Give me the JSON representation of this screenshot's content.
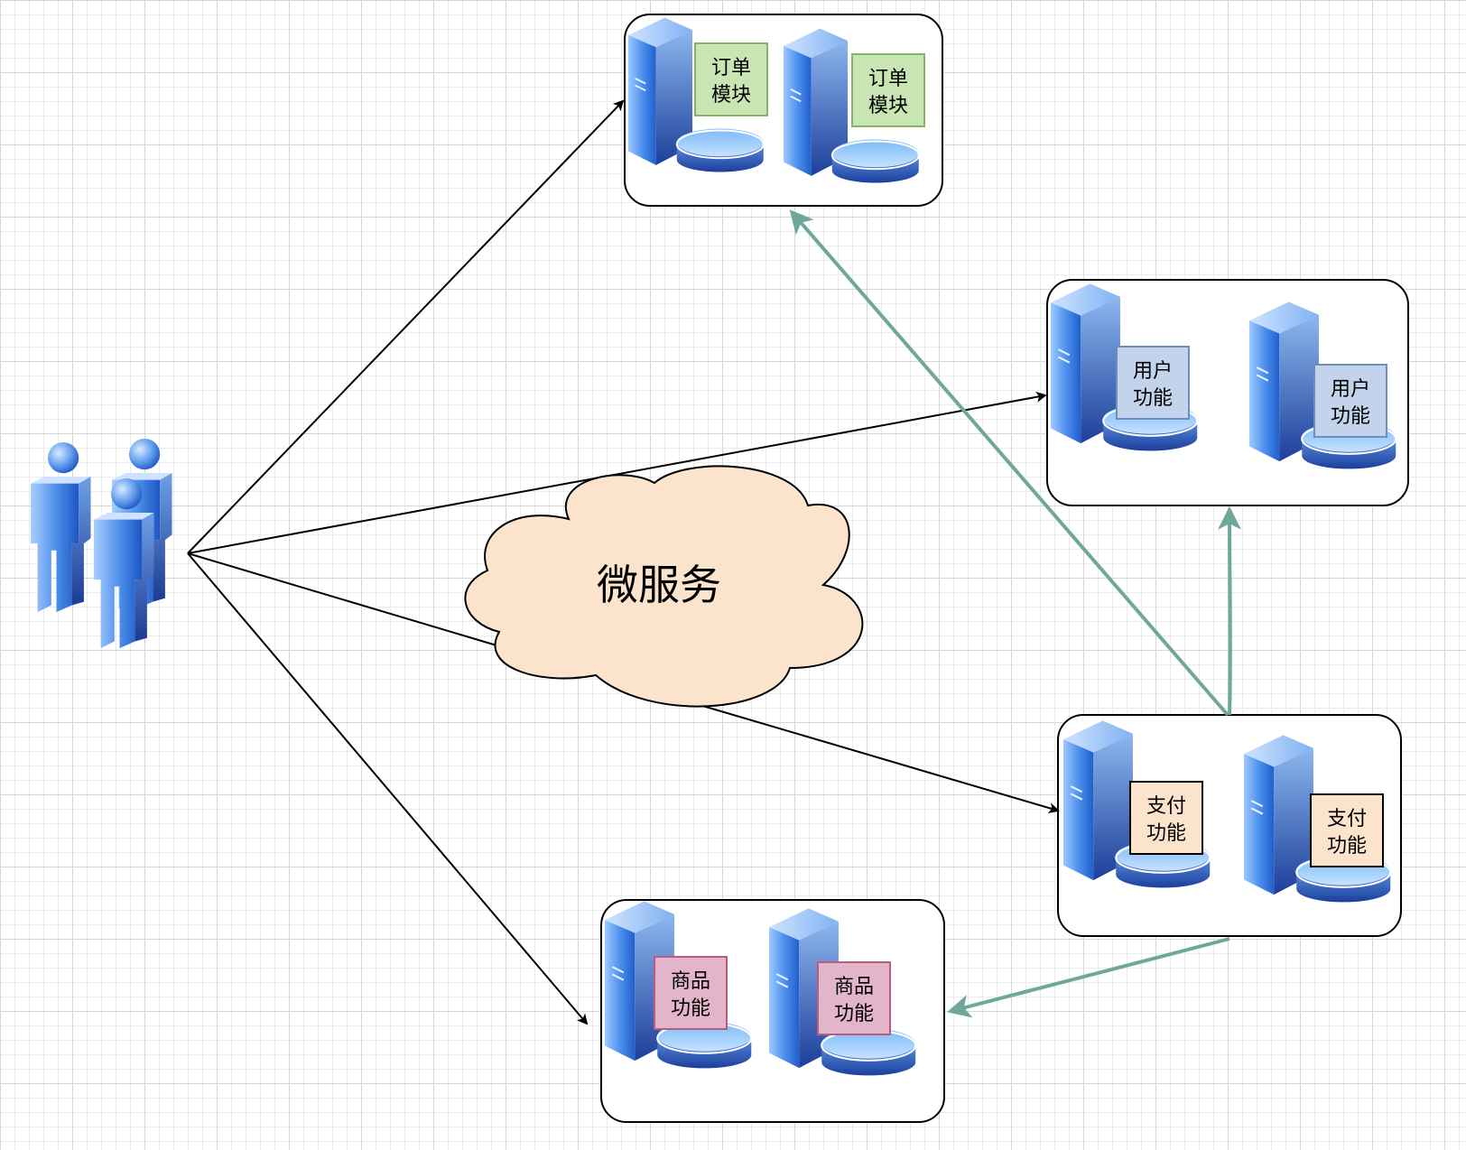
{
  "diagram": {
    "cloud": {
      "label": "微服务",
      "fill": "#fbe3cc"
    },
    "clusters": [
      {
        "id": "order",
        "servers": [
          {
            "label": [
              "订单",
              "模块"
            ]
          },
          {
            "label": [
              "订单",
              "模块"
            ]
          }
        ],
        "label_fill": "#c9e5b3",
        "label_stroke": "#82b366"
      },
      {
        "id": "user",
        "servers": [
          {
            "label": [
              "用户",
              "功能"
            ]
          },
          {
            "label": [
              "用户",
              "功能"
            ]
          }
        ],
        "label_fill": "#c3d3ec",
        "label_stroke": "#6c8ebf"
      },
      {
        "id": "pay",
        "servers": [
          {
            "label": [
              "支付",
              "功能"
            ]
          },
          {
            "label": [
              "支付",
              "功能"
            ]
          }
        ],
        "label_fill": "#fbe3cc",
        "label_stroke": "#000000"
      },
      {
        "id": "product",
        "servers": [
          {
            "label": [
              "商品",
              "功能"
            ]
          },
          {
            "label": [
              "商品",
              "功能"
            ]
          }
        ],
        "label_fill": "#e3b5c8",
        "label_stroke": "#b85c83"
      }
    ],
    "users_icon": "users-group-icon",
    "server_icon": "server-tower-database-icon",
    "colors": {
      "black_edge": "#000000",
      "green_edge": "#6fa89a",
      "server_blue": "#3b7fe0"
    }
  }
}
